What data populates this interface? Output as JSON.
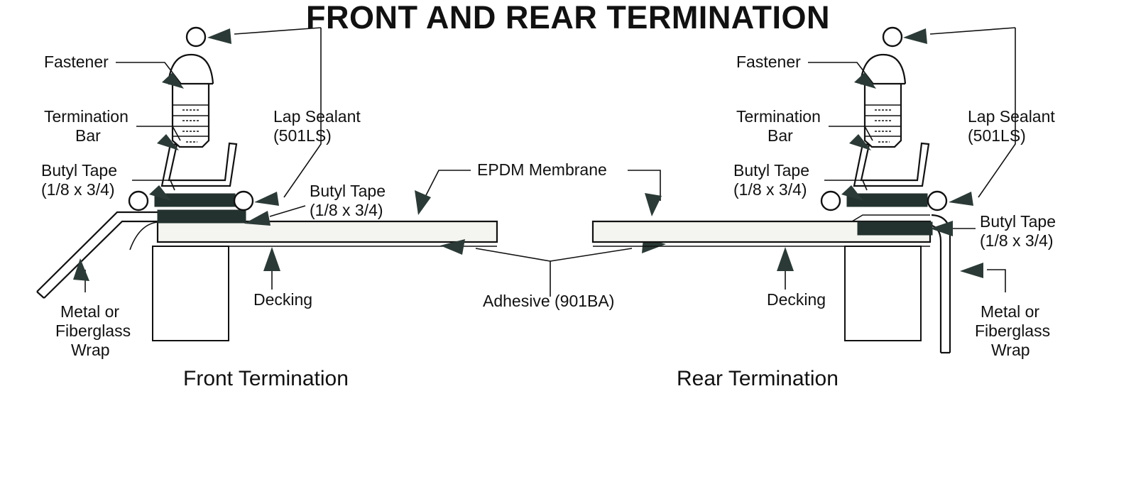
{
  "drawing": {
    "title": "FRONT AND REAR TERMINATION",
    "captions": {
      "left": "Front Termination",
      "right": "Rear Termination"
    }
  },
  "left_detail": {
    "name": "Front Termination",
    "labels": {
      "fastener": "Fastener",
      "termination_bar_l1": "Termination",
      "termination_bar_l2": "Bar",
      "butyl_tape_upper_l1": "Butyl Tape",
      "butyl_tape_upper_l2": "(1/8 x 3/4)",
      "lap_sealant_l1": "Lap Sealant",
      "lap_sealant_l2": "(501LS)",
      "butyl_tape_lower_l1": "Butyl Tape",
      "butyl_tape_lower_l2": "(1/8 x 3/4)",
      "wrap_l1": "Metal or",
      "wrap_l2": "Fiberglass",
      "wrap_l3": "Wrap",
      "decking": "Decking"
    }
  },
  "center_labels": {
    "epdm_membrane": "EPDM  Membrane",
    "adhesive": "Adhesive (901BA)"
  },
  "right_detail": {
    "name": "Rear Termination",
    "labels": {
      "fastener": "Fastener",
      "termination_bar_l1": "Termination",
      "termination_bar_l2": "Bar",
      "butyl_tape_upper_l1": "Butyl Tape",
      "butyl_tape_upper_l2": "(1/8 x 3/4)",
      "lap_sealant_l1": "Lap Sealant",
      "lap_sealant_l2": "(501LS)",
      "butyl_tape_lower_l1": "Butyl Tape",
      "butyl_tape_lower_l2": "(1/8 x 3/4)",
      "wrap_l1": "Metal or",
      "wrap_l2": "Fiberglass",
      "wrap_l3": "Wrap",
      "decking": "Decking"
    }
  },
  "colors": {
    "ink": "#111111",
    "butyl_tape_fill": "#23322e",
    "membrane_fill": "#f4f4f0",
    "paper": "#ffffff"
  }
}
